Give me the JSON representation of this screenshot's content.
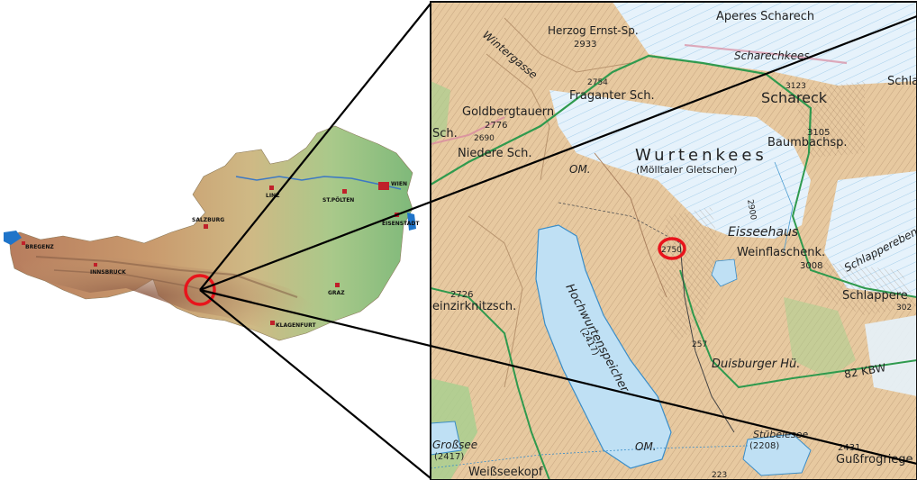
{
  "overview_map": {
    "cities": [
      {
        "name": "WIEN"
      },
      {
        "name": "LINZ"
      },
      {
        "name": "ST.PÖLTEN"
      },
      {
        "name": "SALZBURG"
      },
      {
        "name": "EISENSTADT"
      },
      {
        "name": "BREGENZ"
      },
      {
        "name": "INNSBRUCK"
      },
      {
        "name": "GRAZ"
      },
      {
        "name": "KLAGENFURT"
      }
    ],
    "highlight_color": "#e8141c"
  },
  "detail_map": {
    "labels": {
      "aperes_scharech": "Aperes Scharech",
      "herzog_ernst": "Herzog Ernst-Sp.",
      "elev_2933": "2933",
      "scharechkees": "Scharechkees",
      "wintergasse": "Wintergasse",
      "elev_2754": "2754",
      "fraganter": "Fraganter Sch.",
      "schareck": "Schareck",
      "schla": "Schla",
      "elev_3123": "3123",
      "goldbergtauern": "Goldbergtauern",
      "elev_2776": "2776",
      "sch": "Sch.",
      "elev_2690": "2690",
      "elev_3105": "3105",
      "baumbachsp": "Baumbachsp.",
      "niedere_sch": "Niedere Sch.",
      "wurtenkees": "Wurtenkees",
      "moelltaler": "(Mölltaler Gletscher)",
      "om1": "OM.",
      "elev_2900": "2900",
      "eisseehaus": "Eisseehaus",
      "elev_2750": "2750",
      "weinflaschenk": "Weinflaschenk.",
      "elev_3008": "3008",
      "schlapperebenkees": "Schlapperebenkees",
      "schlapperebenspitze": "Schlappere",
      "elev_302": "302",
      "elev_2726": "2726",
      "einzirknitzsch": "einzirknitzsch.",
      "hochwurtenspeicher": "Hochwurtenspeicher",
      "elev_2417a": "(2417)",
      "elev_257": "257",
      "duisburger": "Duisburger Hü.",
      "road_82_kbw": "82 KBW",
      "grossee": "Großsee",
      "elev_2417b": "(2417)",
      "weissseekopf": "Weißseekopf",
      "om2": "OM.",
      "elev_223": "223",
      "elev_2208": "(2208)",
      "stuebelesee": "Stübelesee",
      "elev_2431": "2431",
      "gussfrogriege": "Gußfrogriege"
    },
    "colors": {
      "terrain": "#e7c9a0",
      "glacier": "#e6f2fb",
      "lake": "#bfe0f4",
      "forest": "#a9cf8f",
      "road": "#2f9a4e",
      "marker": "#e8141c"
    }
  }
}
